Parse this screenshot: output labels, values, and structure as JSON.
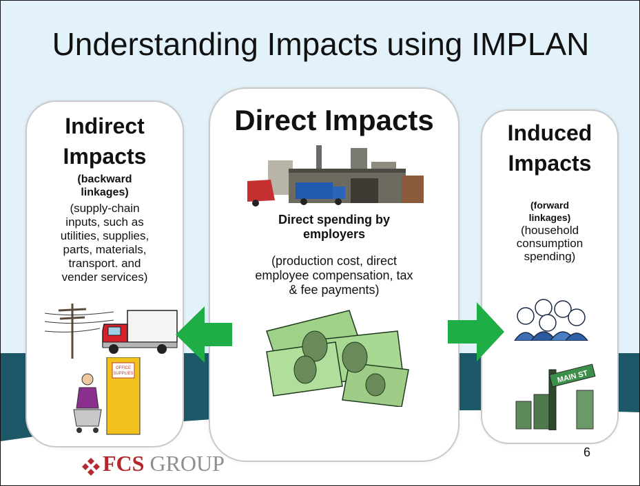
{
  "title": "Understanding Impacts using IMPLAN",
  "indirect": {
    "heading_line1": "Indirect",
    "heading_line2": "Impacts",
    "sub_line1": "(backward",
    "sub_line2": "linkages)",
    "description": [
      "(supply-chain",
      "inputs, such as",
      "utilities, supplies,",
      "parts, materials,",
      "transport. and",
      "vender services)"
    ],
    "box_sign_line1": "OFFICE",
    "box_sign_line2": "SUPPLIES"
  },
  "direct": {
    "heading": "Direct Impacts",
    "sub_line1": "Direct spending by",
    "sub_line2": "employers",
    "description": [
      "(production cost, direct",
      "employee compensation, tax",
      "& fee payments)"
    ]
  },
  "induced": {
    "heading_line1": "Induced",
    "heading_line2": "Impacts",
    "sub_line1": "(forward",
    "sub_line2": "linkages)",
    "description": [
      "(household",
      "consumption",
      "spending)"
    ],
    "street_sign": "MAIN ST"
  },
  "logo": {
    "fcs": "FCS",
    "group": " GROUP"
  },
  "page_number": "6",
  "colors": {
    "background": "#e3f2fa",
    "band_dark": "#1c5868",
    "band_light": "#ffffff",
    "arrow_green": "#1fae45",
    "logo_red": "#b3282d"
  }
}
